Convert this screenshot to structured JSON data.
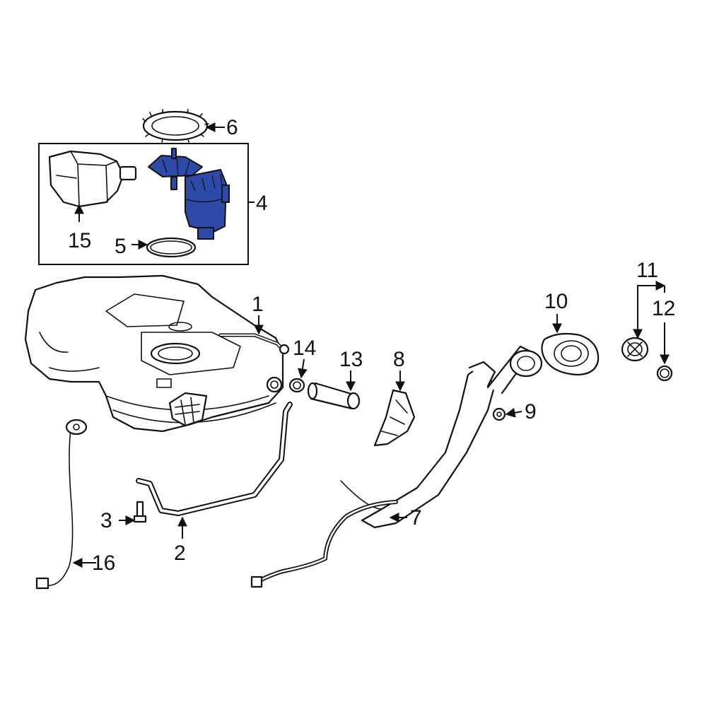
{
  "callouts": {
    "c1": "1",
    "c2": "2",
    "c3": "3",
    "c4": "4",
    "c5": "5",
    "c6": "6",
    "c7": "7",
    "c8": "8",
    "c9": "9",
    "c10": "10",
    "c11": "11",
    "c12": "12",
    "c13": "13",
    "c14": "14",
    "c15": "15",
    "c16": "16"
  },
  "colors": {
    "highlight": "#2e4aa8",
    "line": "#111111",
    "background": "#ffffff"
  }
}
